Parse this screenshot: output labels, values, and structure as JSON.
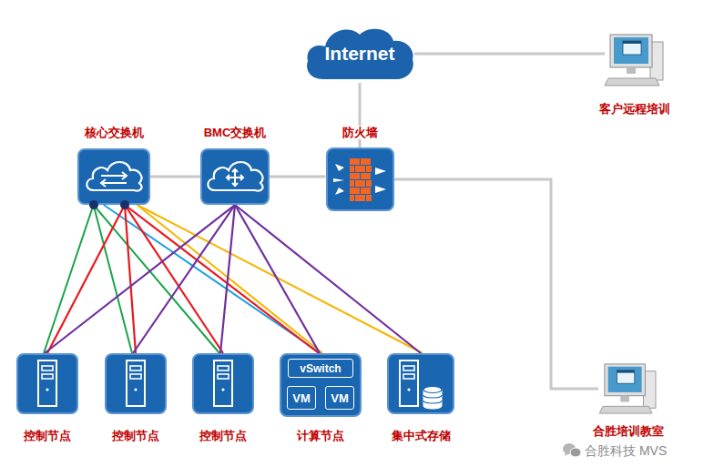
{
  "diagram": {
    "nodes": [
      {
        "text": [
          "Internet"
        ]
      },
      {
        "text": [
          "客户远程培训"
        ]
      },
      {
        "text": [
          "核心交换机"
        ]
      },
      {
        "text": [
          "BMC交换机"
        ]
      },
      {
        "text": [
          "防火墙"
        ]
      },
      {
        "text": [
          "控制节点"
        ]
      },
      {
        "text": [
          "控制节点"
        ]
      },
      {
        "text": [
          "控制节点"
        ]
      },
      {
        "text": [
          "计算节点"
        ]
      },
      {
        "text": [
          "vSwitch"
        ],
        "in": 8
      },
      {
        "text": [
          "VM"
        ],
        "in": 8
      },
      {
        "text": [
          "VM"
        ],
        "in": 8
      },
      {
        "text": [
          "集中式存储"
        ]
      },
      {
        "text": [
          "合胜培训教室"
        ]
      }
    ],
    "edges": [
      {
        "from": 0,
        "to": 1,
        "arrow": "none"
      },
      {
        "from": 0,
        "to": 4,
        "arrow": "none"
      },
      {
        "from": 2,
        "to": 3,
        "arrow": "none"
      },
      {
        "from": 3,
        "to": 4,
        "arrow": "none"
      },
      {
        "from": 4,
        "to": 13,
        "arrow": "none"
      },
      {
        "from": 2,
        "to": 5,
        "arrow": "none"
      },
      {
        "from": 2,
        "to": 6,
        "arrow": "none"
      },
      {
        "from": 2,
        "to": 7,
        "arrow": "none"
      },
      {
        "from": 2,
        "to": 8,
        "arrow": "none"
      },
      {
        "from": 2,
        "to": 5,
        "arrow": "none"
      },
      {
        "from": 2,
        "to": 6,
        "arrow": "none"
      },
      {
        "from": 2,
        "to": 7,
        "arrow": "none"
      },
      {
        "from": 2,
        "to": 8,
        "arrow": "none"
      },
      {
        "from": 2,
        "to": 8,
        "arrow": "none"
      },
      {
        "from": 2,
        "to": 12,
        "arrow": "none"
      },
      {
        "from": 3,
        "to": 5,
        "arrow": "none"
      },
      {
        "from": 3,
        "to": 6,
        "arrow": "none"
      },
      {
        "from": 3,
        "to": 7,
        "arrow": "none"
      },
      {
        "from": 3,
        "to": 8,
        "arrow": "none"
      },
      {
        "from": 3,
        "to": 12,
        "arrow": "none"
      }
    ],
    "labels": [
      "合胜科技 MVS"
    ]
  }
}
